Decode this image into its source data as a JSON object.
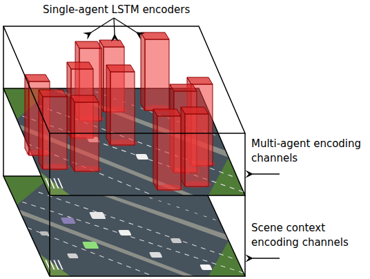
{
  "diagram": {
    "labels": [
      "Single-agent LSTM encoders",
      "Multi-agent encoding channels",
      "Scene context encoding channels"
    ]
  }
}
